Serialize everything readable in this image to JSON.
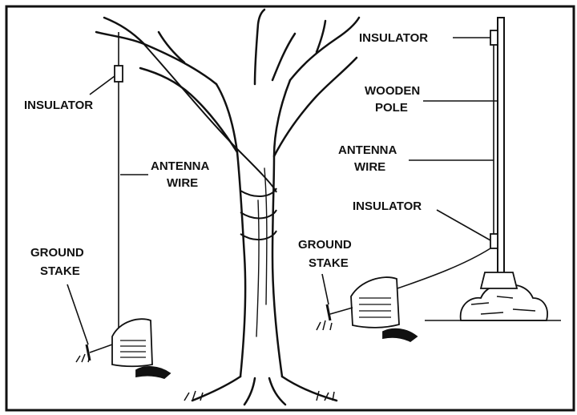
{
  "labels": {
    "left_insulator": "INSULATOR",
    "left_antenna_line1": "ANTENNA",
    "left_antenna_line2": "WIRE",
    "left_ground_line1": "GROUND",
    "left_ground_line2": "STAKE",
    "right_insulator_top": "INSULATOR",
    "right_pole_line1": "WOODEN",
    "right_pole_line2": "POLE",
    "right_antenna_line1": "ANTENNA",
    "right_antenna_line2": "WIRE",
    "right_insulator_bottom": "INSULATOR",
    "right_ground_line1": "GROUND",
    "right_ground_line2": "STAKE"
  },
  "colors": {
    "ink": "#111111",
    "background": "#ffffff"
  }
}
